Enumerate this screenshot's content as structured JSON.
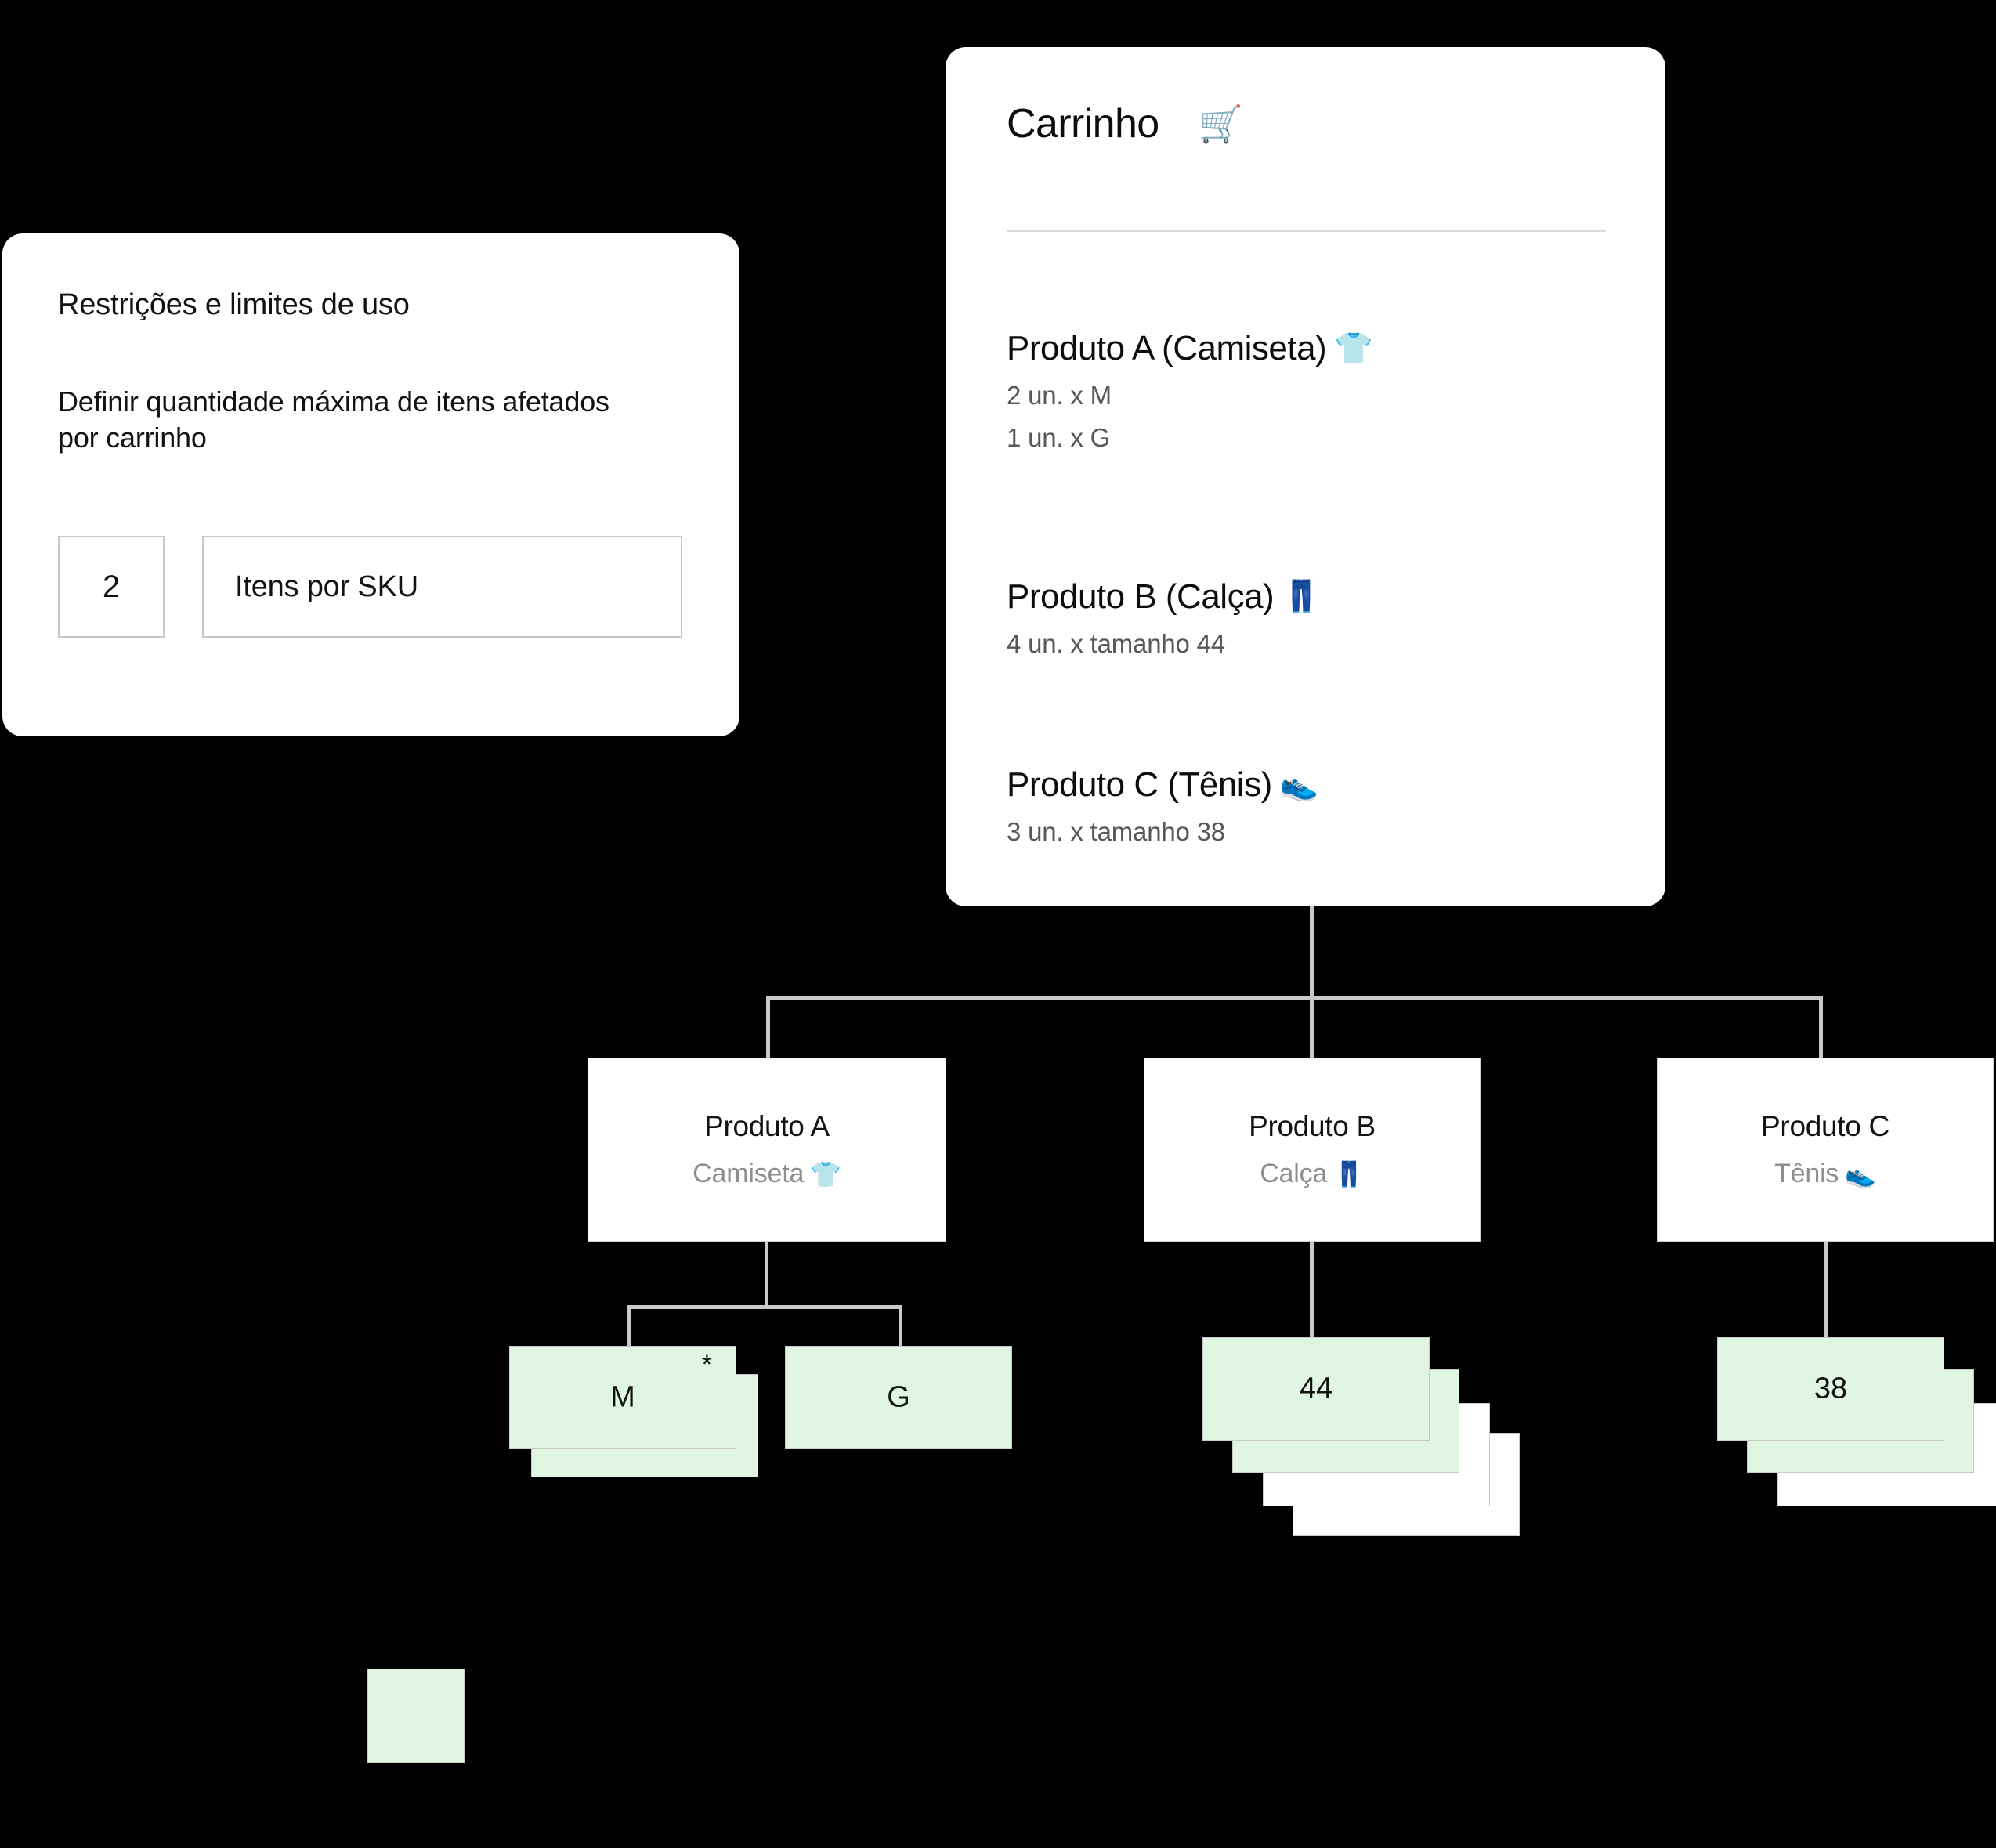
{
  "limits_card": {
    "title": "Restrições e limites de uso",
    "description": "Definir quantidade máxima de itens afetados por carrinho",
    "quantity_value": "2",
    "unit_label": "Itens por SKU"
  },
  "cart_card": {
    "title": "Carrinho",
    "title_icon": "shopping-cart-icon",
    "title_emoji": "🛒",
    "items": [
      {
        "name": "Produto A (Camiseta)",
        "emoji": "👕",
        "icon": "tshirt-icon",
        "lines": [
          "2 un. x M",
          "1 un. x G"
        ]
      },
      {
        "name": "Produto B (Calça)",
        "emoji": "👖",
        "icon": "jeans-icon",
        "lines": [
          "4 un. x tamanho 44"
        ]
      },
      {
        "name": "Produto C (Tênis)",
        "emoji": "👟",
        "icon": "sneaker-icon",
        "lines": [
          "3 un. x  tamanho 38"
        ]
      }
    ]
  },
  "tree": {
    "nodes": [
      {
        "title": "Produto A",
        "subtitle": "Camiseta",
        "emoji": "👕",
        "icon": "tshirt-icon"
      },
      {
        "title": "Produto B",
        "subtitle": "Calça",
        "emoji": "👖",
        "icon": "jeans-icon"
      },
      {
        "title": "Produto C",
        "subtitle": "Tênis",
        "emoji": "👟",
        "icon": "sneaker-icon"
      }
    ],
    "size_groups": [
      {
        "label": "M",
        "star": "*",
        "green_count": 2,
        "white_count": 0
      },
      {
        "label": "G",
        "star": "",
        "green_count": 1,
        "white_count": 0
      },
      {
        "label": "44",
        "star": "",
        "green_count": 2,
        "white_count": 2
      },
      {
        "label": "38",
        "star": "",
        "green_count": 2,
        "white_count": 1
      }
    ]
  },
  "legend": {
    "swatch_color": "#e1f5e3"
  },
  "colors": {
    "background": "#000000",
    "card": "#ffffff",
    "connector": "#c9c9cd",
    "chip_green": "#e1f5e3",
    "muted_text": "#8e8e8e",
    "body_text": "#121212"
  }
}
